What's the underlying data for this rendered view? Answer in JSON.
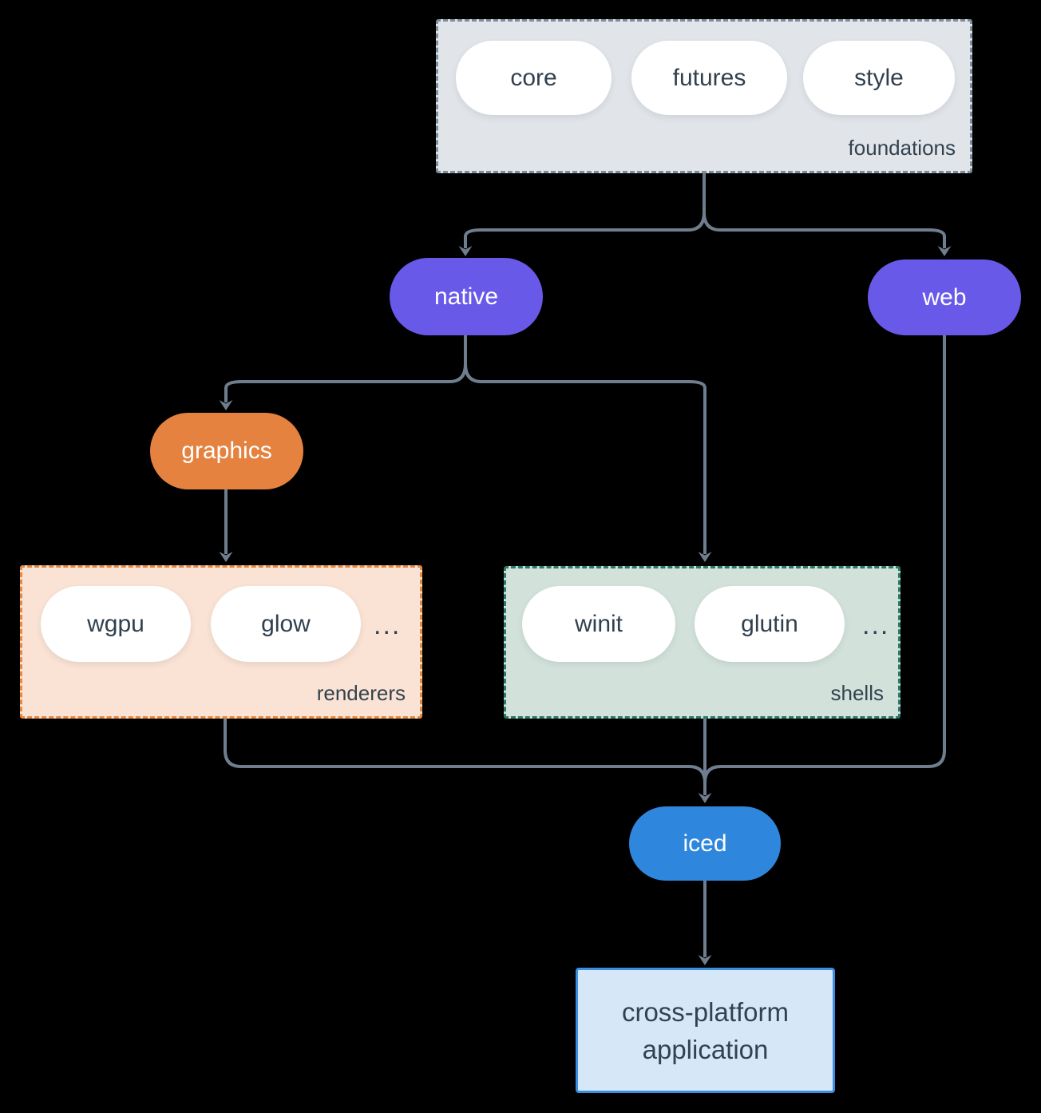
{
  "colors": {
    "background": "#000000",
    "connector": "#6e7e8e",
    "text_dark": "#31404e",
    "pill_white": "#ffffff",
    "purple": "#6959e9",
    "orange": "#e5823f",
    "blue": "#2e87dc",
    "foundations_fill": "#e1e5e9",
    "foundations_border": "#7d8d9d",
    "renderers_fill": "#fae3d4",
    "renderers_border": "#e9893e",
    "shells_fill": "#d2e2db",
    "shells_border": "#2b7a69",
    "app_fill": "#d6e8f8",
    "app_border": "#3b8de2"
  },
  "groups": {
    "foundations": {
      "label": "foundations",
      "pills": [
        "core",
        "futures",
        "style"
      ]
    },
    "renderers": {
      "label": "renderers",
      "pills": [
        "wgpu",
        "glow"
      ],
      "ellipsis": "..."
    },
    "shells": {
      "label": "shells",
      "pills": [
        "winit",
        "glutin"
      ],
      "ellipsis": "..."
    }
  },
  "nodes": {
    "native": "native",
    "web": "web",
    "graphics": "graphics",
    "iced": "iced",
    "application_line1": "cross-platform",
    "application_line2": "application"
  }
}
